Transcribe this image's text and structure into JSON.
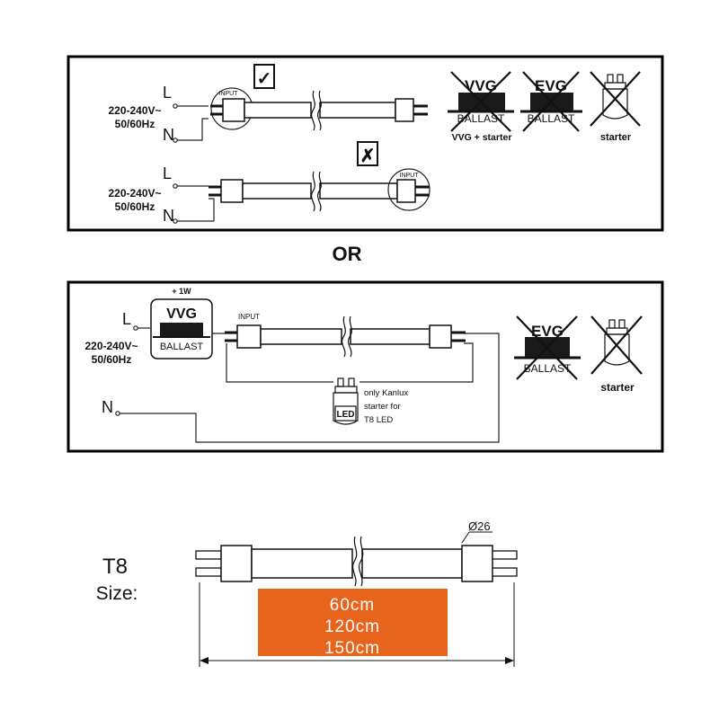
{
  "diagram1": {
    "correct": {
      "voltage_line1": "220-240V~",
      "voltage_line2": "50/60Hz",
      "live": "L",
      "neutral": "N",
      "input": "INPUT",
      "mark": "✓"
    },
    "incorrect": {
      "voltage_line1": "220-240V~",
      "voltage_line2": "50/60Hz",
      "live": "L",
      "neutral": "N",
      "input": "INPUT",
      "mark": "✗"
    },
    "excluded": [
      {
        "top": "VVG",
        "bottom": "BALLAST",
        "caption": "VVG + starter",
        "icon": "ballast-icon"
      },
      {
        "top": "EVG",
        "bottom": "BALLAST",
        "caption": "",
        "icon": "ballast-icon"
      },
      {
        "top": "",
        "bottom": "",
        "caption": "starter",
        "icon": "starter-icon"
      }
    ]
  },
  "or_label": "OR",
  "diagram2": {
    "voltage_line1": "220-240V~",
    "voltage_line2": "50/60Hz",
    "live": "L",
    "neutral": "N",
    "ballast_power": "+ 1W",
    "ballast_top": "VVG",
    "ballast_bottom": "BALLAST",
    "input": "INPUT",
    "starter_label": "LED",
    "starter_note": [
      "only Kanlux",
      "starter for",
      "T8 LED"
    ],
    "excluded": [
      {
        "top": "EVG",
        "bottom": "BALLAST",
        "caption": "",
        "icon": "ballast-icon"
      },
      {
        "top": "",
        "bottom": "",
        "caption": "starter",
        "icon": "starter-icon"
      }
    ]
  },
  "size": {
    "type_label": "T8",
    "size_label": "Size:",
    "diameter": "Ø26",
    "lengths": [
      "60cm",
      "120cm",
      "150cm"
    ],
    "highlight_color": "#e8631c"
  }
}
